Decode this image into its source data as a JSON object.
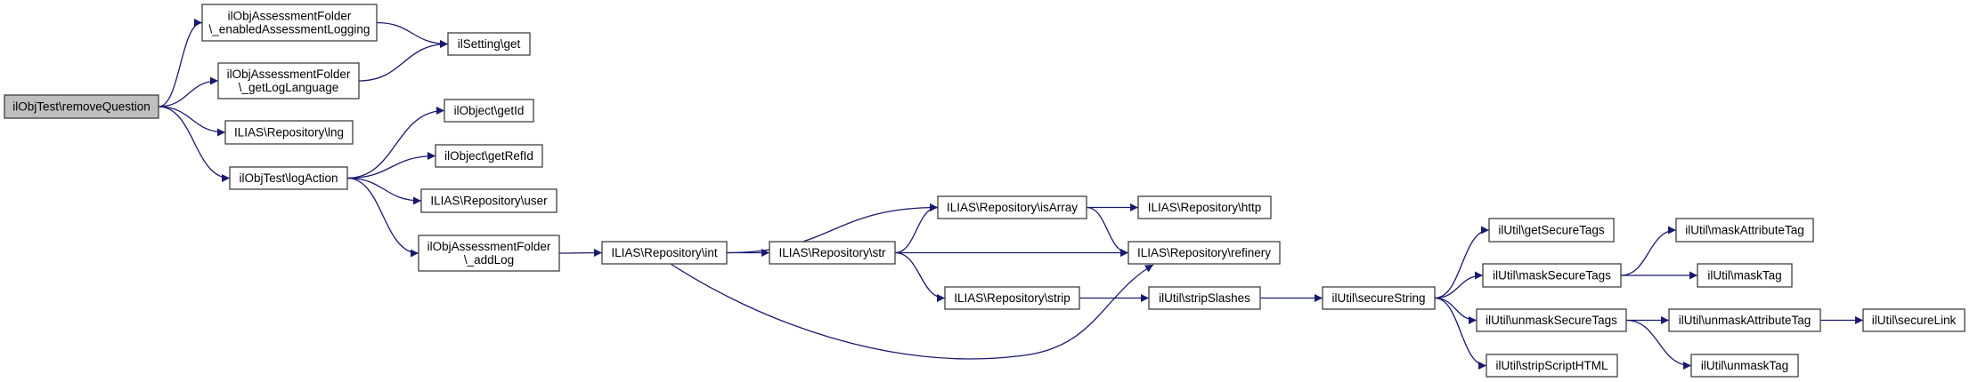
{
  "graph": {
    "edge_color": "#191970",
    "root_fill": "#bfbfbf",
    "nodes": [
      {
        "id": "removeQuestion",
        "lines": [
          "ilObjTest\\removeQuestion"
        ],
        "root": true
      },
      {
        "id": "enabledLogging",
        "lines": [
          "ilObjAssessmentFolder",
          "\\_enabledAssessmentLogging"
        ]
      },
      {
        "id": "getLogLanguage",
        "lines": [
          "ilObjAssessmentFolder",
          "\\_getLogLanguage"
        ]
      },
      {
        "id": "lng",
        "lines": [
          "ILIAS\\Repository\\lng"
        ]
      },
      {
        "id": "logAction",
        "lines": [
          "ilObjTest\\logAction"
        ]
      },
      {
        "id": "settingGet",
        "lines": [
          "ilSetting\\get"
        ]
      },
      {
        "id": "getId",
        "lines": [
          "ilObject\\getId"
        ]
      },
      {
        "id": "getRefId",
        "lines": [
          "ilObject\\getRefId"
        ]
      },
      {
        "id": "user",
        "lines": [
          "ILIAS\\Repository\\user"
        ]
      },
      {
        "id": "addLog",
        "lines": [
          "ilObjAssessmentFolder",
          "\\_addLog"
        ]
      },
      {
        "id": "int",
        "lines": [
          "ILIAS\\Repository\\int"
        ]
      },
      {
        "id": "str",
        "lines": [
          "ILIAS\\Repository\\str"
        ]
      },
      {
        "id": "isArray",
        "lines": [
          "ILIAS\\Repository\\isArray"
        ]
      },
      {
        "id": "http",
        "lines": [
          "ILIAS\\Repository\\http"
        ]
      },
      {
        "id": "refinery",
        "lines": [
          "ILIAS\\Repository\\refinery"
        ]
      },
      {
        "id": "strip",
        "lines": [
          "ILIAS\\Repository\\strip"
        ]
      },
      {
        "id": "stripSlashes",
        "lines": [
          "ilUtil\\stripSlashes"
        ]
      },
      {
        "id": "secureString",
        "lines": [
          "ilUtil\\secureString"
        ]
      },
      {
        "id": "getSecureTags",
        "lines": [
          "ilUtil\\getSecureTags"
        ]
      },
      {
        "id": "maskSecureTags",
        "lines": [
          "ilUtil\\maskSecureTags"
        ]
      },
      {
        "id": "unmaskSecureTags",
        "lines": [
          "ilUtil\\unmaskSecureTags"
        ]
      },
      {
        "id": "stripScriptHTML",
        "lines": [
          "ilUtil\\stripScriptHTML"
        ]
      },
      {
        "id": "maskAttributeTag",
        "lines": [
          "ilUtil\\maskAttributeTag"
        ]
      },
      {
        "id": "maskTag",
        "lines": [
          "ilUtil\\maskTag"
        ]
      },
      {
        "id": "unmaskAttributeTag",
        "lines": [
          "ilUtil\\unmaskAttributeTag"
        ]
      },
      {
        "id": "secureLink",
        "lines": [
          "ilUtil\\secureLink"
        ]
      },
      {
        "id": "unmaskTag",
        "lines": [
          "ilUtil\\unmaskTag"
        ]
      }
    ],
    "edges": [
      [
        "removeQuestion",
        "enabledLogging"
      ],
      [
        "removeQuestion",
        "getLogLanguage"
      ],
      [
        "removeQuestion",
        "lng"
      ],
      [
        "removeQuestion",
        "logAction"
      ],
      [
        "enabledLogging",
        "settingGet"
      ],
      [
        "getLogLanguage",
        "settingGet"
      ],
      [
        "logAction",
        "getId"
      ],
      [
        "logAction",
        "getRefId"
      ],
      [
        "logAction",
        "user"
      ],
      [
        "logAction",
        "addLog"
      ],
      [
        "addLog",
        "int"
      ],
      [
        "int",
        "isArray"
      ],
      [
        "int",
        "str"
      ],
      [
        "int",
        "refinery"
      ],
      [
        "str",
        "isArray"
      ],
      [
        "str",
        "refinery"
      ],
      [
        "str",
        "strip"
      ],
      [
        "isArray",
        "http"
      ],
      [
        "isArray",
        "refinery"
      ],
      [
        "strip",
        "stripSlashes"
      ],
      [
        "stripSlashes",
        "secureString"
      ],
      [
        "secureString",
        "getSecureTags"
      ],
      [
        "secureString",
        "maskSecureTags"
      ],
      [
        "secureString",
        "unmaskSecureTags"
      ],
      [
        "secureString",
        "stripScriptHTML"
      ],
      [
        "maskSecureTags",
        "maskAttributeTag"
      ],
      [
        "maskSecureTags",
        "maskTag"
      ],
      [
        "unmaskSecureTags",
        "unmaskAttributeTag"
      ],
      [
        "unmaskSecureTags",
        "unmaskTag"
      ],
      [
        "unmaskAttributeTag",
        "secureLink"
      ]
    ]
  }
}
